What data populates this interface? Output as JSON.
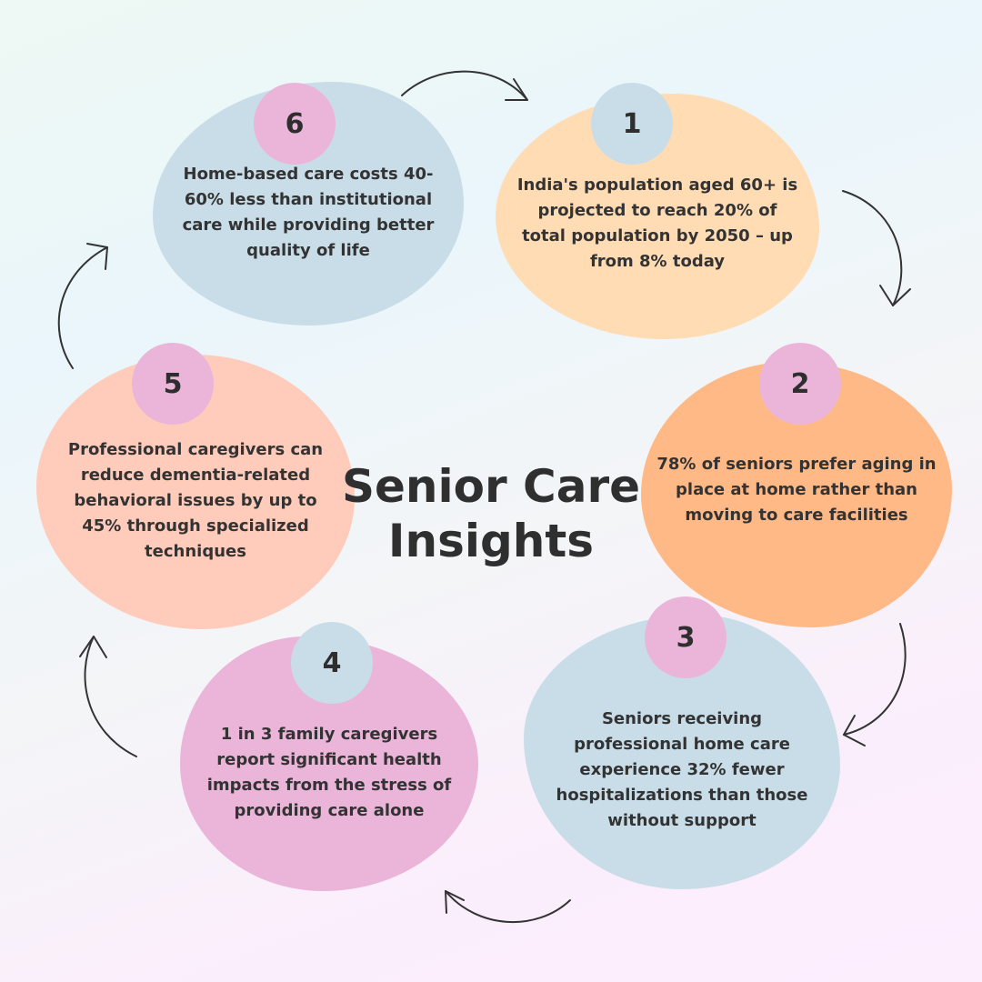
{
  "title": {
    "line1": "Senior Care",
    "line2": "Insights"
  },
  "colors": {
    "blue": "#c9dde8",
    "peach": "#ffdcb4",
    "orange": "#ffb987",
    "salmon": "#ffccbc",
    "pink": "#eab5d9",
    "text": "#333333"
  },
  "insights": [
    {
      "number": "1",
      "text": "India's population aged 60+ is projected to reach 20% of total population by 2050 – up from 8% today"
    },
    {
      "number": "2",
      "text": "78% of seniors prefer aging in place at home rather than moving to care facilities"
    },
    {
      "number": "3",
      "text": "Seniors receiving professional home care experience 32% fewer hospitalizations than those without support"
    },
    {
      "number": "4",
      "text": "1 in 3 family caregivers report significant health impacts from the stress of providing care alone"
    },
    {
      "number": "5",
      "text": "Professional caregivers can reduce dementia-related behavioral issues by up to 45% through specialized techniques"
    },
    {
      "number": "6",
      "text": "Home-based care costs 40-60% less than institutional care while providing better quality of life"
    }
  ]
}
